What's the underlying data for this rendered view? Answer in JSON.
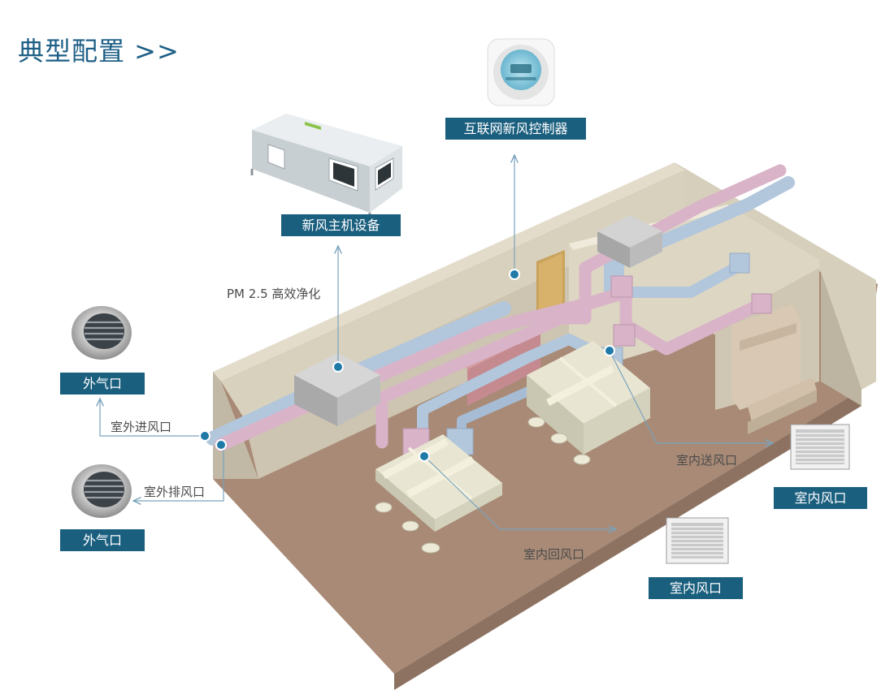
{
  "title": "典型配置 >>",
  "tags": {
    "controller": "互联网新风控制器",
    "main_unit": "新风主机设备",
    "outdoor_vent_top": "外气口",
    "outdoor_vent_bottom": "外气口",
    "indoor_vent_right": "室内风口",
    "indoor_vent_bottom": "室内风口"
  },
  "notes": {
    "pm25": "PM 2.5 高效净化",
    "outdoor_intake": "室外进风口",
    "outdoor_exhaust": "室外排风口",
    "indoor_supply": "室内送风口",
    "indoor_return": "室内回风口"
  },
  "colors": {
    "accent": "#1b5f7f",
    "title": "#1d5f86",
    "supply_duct": "#b2c6dc",
    "return_duct": "#d9b3c8",
    "floor": "#a88a76"
  },
  "icons": {
    "thermostat": "thermostat-icon",
    "vent_cap": "vent-cap-icon",
    "grille": "grille-icon",
    "hvac_unit": "hvac-unit-icon"
  }
}
